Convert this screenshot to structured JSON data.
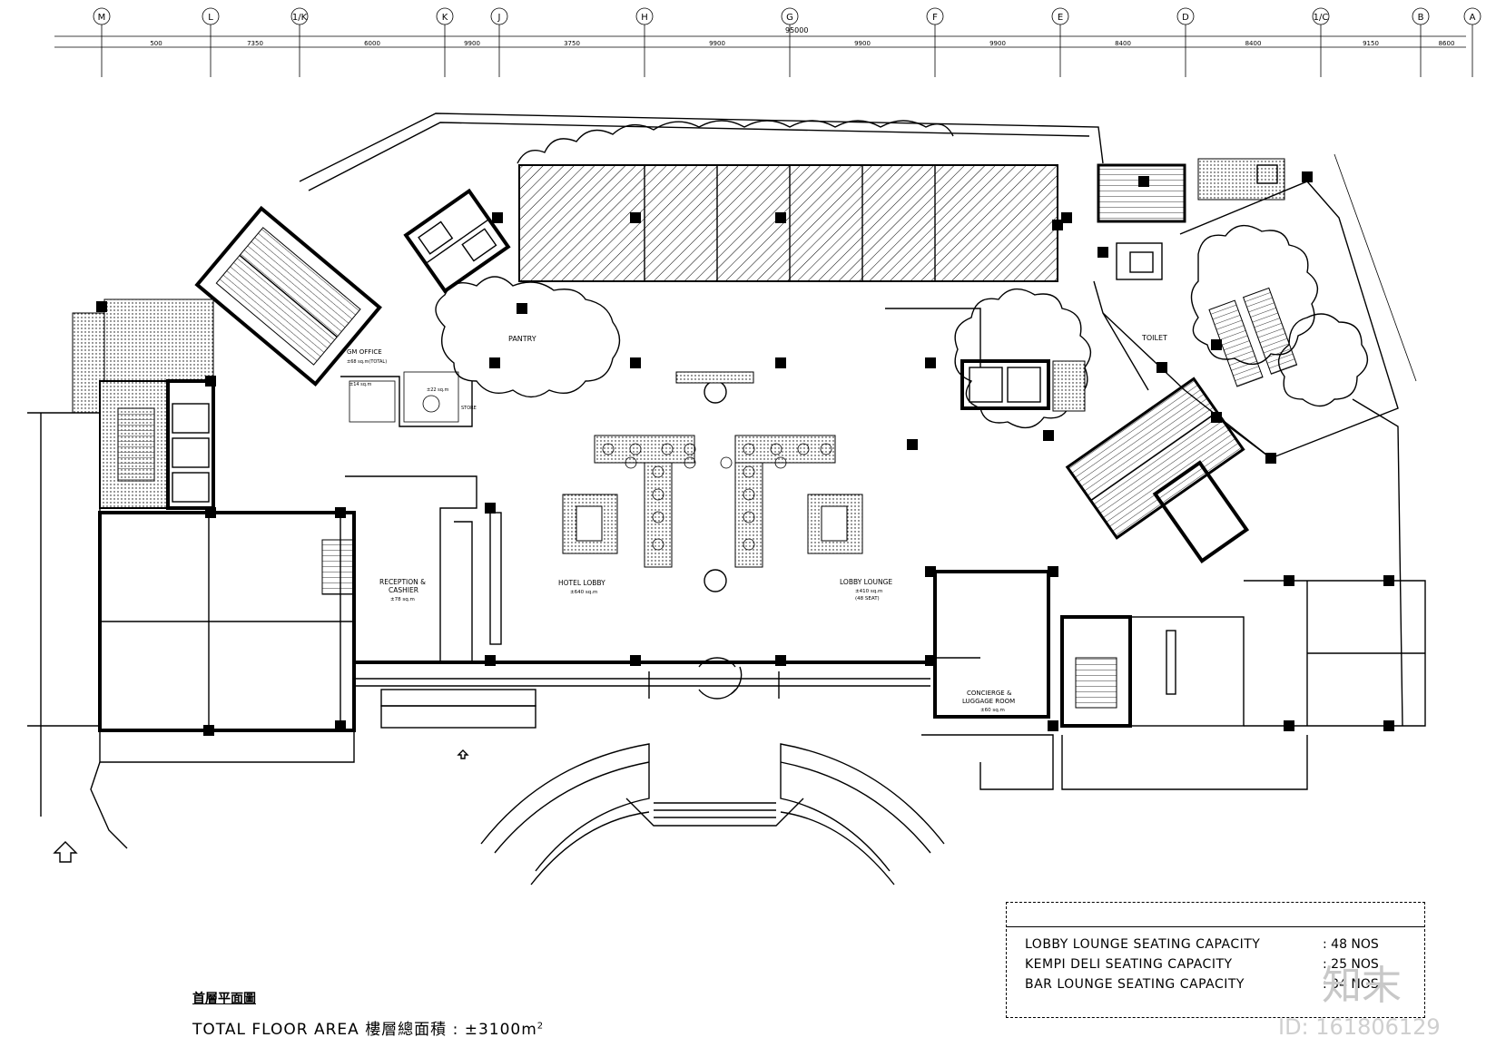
{
  "plan": {
    "grid_labels": [
      "M",
      "L",
      "1/K",
      "K",
      "J",
      "H",
      "G",
      "F",
      "E",
      "D",
      "1/C",
      "B",
      "A"
    ],
    "top_dimensions": [
      "500",
      "7350",
      "6000",
      "9900",
      "3750",
      "9900",
      "9900",
      "9900",
      "8400",
      "8400",
      "9150",
      "8600"
    ],
    "total_dimension": "95000",
    "rooms": {
      "pantry": "PANTRY",
      "toilet": "TOILET",
      "gm_office": "GM OFFICE",
      "gm_office_area": "±68 sq.m(TOTAL)",
      "gm_office_area2": "±14 sq.m",
      "gm_office_area3": "±22 sq.m",
      "store": "STORE",
      "reception": "RECEPTION &",
      "reception2": "CASHIER",
      "reception_area": "±78 sq.m",
      "hotel_lobby": "HOTEL LOBBY",
      "hotel_lobby_area": "±640 sq.m",
      "lobby_lounge": "LOBBY LOUNGE",
      "lobby_lounge_area": "±410 sq.m",
      "lobby_lounge_seats": "(48 SEAT)",
      "concierge": "CONCIERGE &",
      "concierge2": "LUGGAGE ROOM",
      "concierge_area": "±60 sq.m"
    }
  },
  "capacity": {
    "rows": [
      {
        "label": "LOBBY LOUNGE SEATING CAPACITY",
        "value": ": 48 NOS"
      },
      {
        "label": "KEMPI DELI  SEATING CAPACITY",
        "value": ": 25 NOS"
      },
      {
        "label": "BAR LOUNGE SEATING CAPACITY",
        "value": ": 34 NOS"
      }
    ]
  },
  "title": {
    "cn": "首層平面圖",
    "area_prefix": "TOTAL FLOOR AREA",
    "area_cn": "樓層總面積",
    "area_value": ": ±3100m",
    "area_sup": "2"
  },
  "watermark": {
    "logo": "知末",
    "id": "ID: 161806129"
  }
}
